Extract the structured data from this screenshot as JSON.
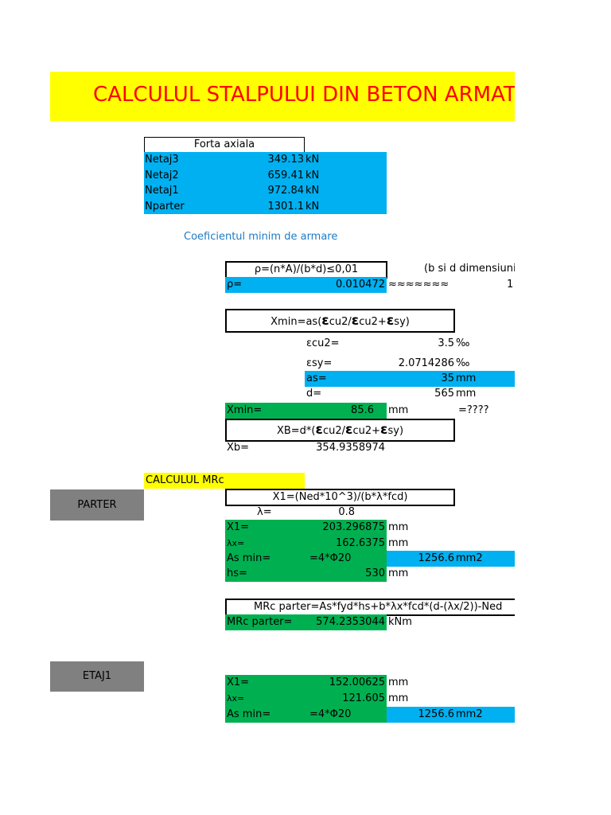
{
  "title": "CALCULUL STALPULUI DIN BETON ARMAT",
  "axial": {
    "header": "Forta axiala",
    "rows": [
      {
        "label": "Netaj3",
        "value": "349.13",
        "unit": "kN"
      },
      {
        "label": "Netaj2",
        "value": "659.41",
        "unit": "kN"
      },
      {
        "label": "Netaj1",
        "value": "972.84",
        "unit": "kN"
      },
      {
        "label": "Nparter",
        "value": "1301.1",
        "unit": "kN"
      }
    ]
  },
  "coef_title": "Coeficientul minim de armare",
  "rho": {
    "formula": "ρ=(n*A)/(b*d)≤0,01",
    "note": "(b si d dimensiuni",
    "label": "ρ=",
    "value": "0.010472",
    "approx": "≈≈≈≈≈≈≈",
    "right": "1"
  },
  "xmin": {
    "formula_pre": "Xmin=as(",
    "eps": "ε",
    "formula_a": "cu2/",
    "formula_b": "cu2+",
    "formula_c": "sy)",
    "ecu2_label": "εcu2=",
    "ecu2_value": "3.5",
    "ecu2_unit": "‰",
    "esy_label": "εsy=",
    "esy_value": "2.0714286",
    "esy_unit": "‰",
    "as_label": "as=",
    "as_value": "35",
    "as_unit": "mm",
    "d_label": "d=",
    "d_value": "565",
    "d_unit": "mm",
    "xmin_label": "Xmin=",
    "xmin_value": "85.6",
    "xmin_unit": "mm",
    "question": "=????"
  },
  "xb": {
    "formula_pre": "XB=d*(",
    "formula_a": "cu2/",
    "formula_b": "cu2+",
    "formula_c": "sy)",
    "label": "Xb=",
    "value": "354.9358974"
  },
  "mrc_title": "CALCULUL MRc",
  "parter": {
    "button": "PARTER",
    "formula": "X1=(Ned*10^3)/(b*λ*fcd)",
    "lambda_label": "λ=",
    "lambda_value": "0.8",
    "x1_label": "X1=",
    "x1_value": "203.296875",
    "x1_unit": "mm",
    "lx_label": "λx=",
    "lx_value": "162.6375",
    "lx_unit": "mm",
    "as_label": "As min=",
    "as_expr": "=4*Φ20",
    "as_value": "1256.6",
    "as_unit": "mm2",
    "hs_label": "hs=",
    "hs_value": "530",
    "hs_unit": "mm",
    "mrc_formula": "MRc parter=As*fyd*hs+b*λx*fcd*(d-(λx/2))-Ned",
    "mrc_label": "MRc parter=",
    "mrc_value": "574.2353044",
    "mrc_unit": "kNm"
  },
  "etaj1": {
    "button": "ETAJ1",
    "x1_label": "X1=",
    "x1_value": "152.00625",
    "x1_unit": "mm",
    "lx_label": "λx=",
    "lx_value": "121.605",
    "lx_unit": "mm",
    "as_label": "As min=",
    "as_expr": "=4*Φ20",
    "as_value": "1256.6",
    "as_unit": "mm2"
  }
}
